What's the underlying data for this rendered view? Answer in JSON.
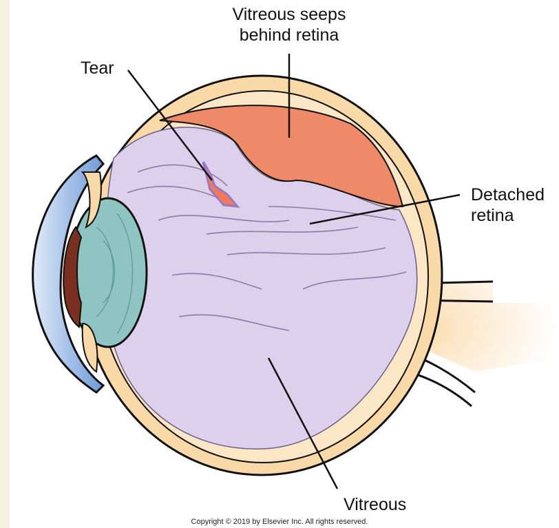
{
  "labels": {
    "vitreous_seeps_line1": "Vitreous seeps",
    "vitreous_seeps_line2": "behind retina",
    "tear": "Tear",
    "detached_line1": "Detached",
    "detached_line2": "retina",
    "vitreous": "Vitreous"
  },
  "copyright": "Copyright © 2019 by Elsevier Inc. All rights reserved.",
  "colors": {
    "sclera": "#f9d9a8",
    "vitreous": "#ddd0ec",
    "fluid": "#ef8a68",
    "lens": "#8ec4c2",
    "cornea": "#7fa8e0",
    "iris": "#7a3020"
  }
}
